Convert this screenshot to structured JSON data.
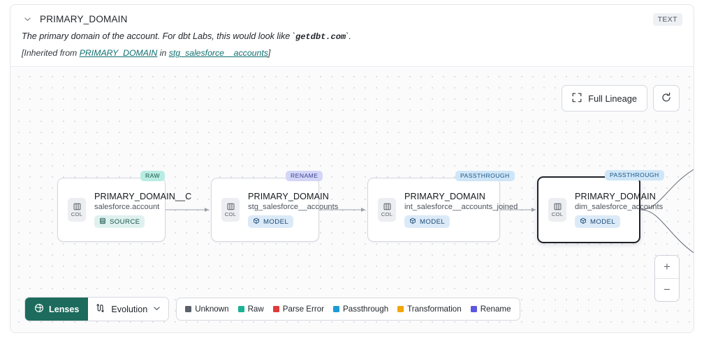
{
  "header": {
    "chevron_icon": "chevron-down-icon",
    "title": "PRIMARY_DOMAIN",
    "type_badge": "TEXT",
    "description_prefix": "The primary domain of the account. For dbt Labs, this would look like `",
    "description_code": "getdbt.com",
    "description_suffix": "`.",
    "inherited_prefix": "[Inherited from ",
    "inherited_column": "PRIMARY_DOMAIN",
    "inherited_mid": " in ",
    "inherited_model": "stg_salesforce__accounts",
    "inherited_suffix": "]"
  },
  "toolbar": {
    "full_lineage_label": "Full Lineage",
    "full_lineage_icon": "expand-icon",
    "refresh_icon": "refresh-icon"
  },
  "zoom_controls": {
    "zoom_in_label": "+",
    "zoom_out_label": "−"
  },
  "graph": {
    "col_badge_label": "COL",
    "nodes": [
      {
        "tag": "RAW",
        "tag_class": "raw",
        "column": "PRIMARY_DOMAIN__C",
        "table": "salesforce.account",
        "kind": "SOURCE",
        "kind_class": "source",
        "kind_icon": "database-icon",
        "selected": false
      },
      {
        "tag": "RENAME",
        "tag_class": "rename",
        "column": "PRIMARY_DOMAIN",
        "table": "stg_salesforce__accounts",
        "kind": "MODEL",
        "kind_class": "model",
        "kind_icon": "cube-icon",
        "selected": false
      },
      {
        "tag": "PASSTHROUGH",
        "tag_class": "passthrough",
        "column": "PRIMARY_DOMAIN",
        "table": "int_salesforce__accounts_joined",
        "kind": "MODEL",
        "kind_class": "model",
        "kind_icon": "cube-icon",
        "selected": false
      },
      {
        "tag": "PASSTHROUGH",
        "tag_class": "passthrough",
        "column": "PRIMARY_DOMAIN",
        "table": "dim_salesforce_accounts",
        "kind": "MODEL",
        "kind_class": "model",
        "kind_icon": "cube-icon",
        "selected": true
      }
    ]
  },
  "bottom_bar": {
    "lenses_label": "Lenses",
    "lenses_icon": "lens-icon",
    "evolution_label": "Evolution",
    "evolution_icon": "evolution-icon",
    "evolution_chevron_icon": "chevron-down-icon",
    "legend": [
      {
        "label": "Unknown",
        "color": "#5b6169"
      },
      {
        "label": "Raw",
        "color": "#19b394"
      },
      {
        "label": "Parse Error",
        "color": "#e03a3a"
      },
      {
        "label": "Passthrough",
        "color": "#1e9bd7"
      },
      {
        "label": "Transformation",
        "color": "#f2a60d"
      },
      {
        "label": "Rename",
        "color": "#5b57e0"
      }
    ]
  }
}
